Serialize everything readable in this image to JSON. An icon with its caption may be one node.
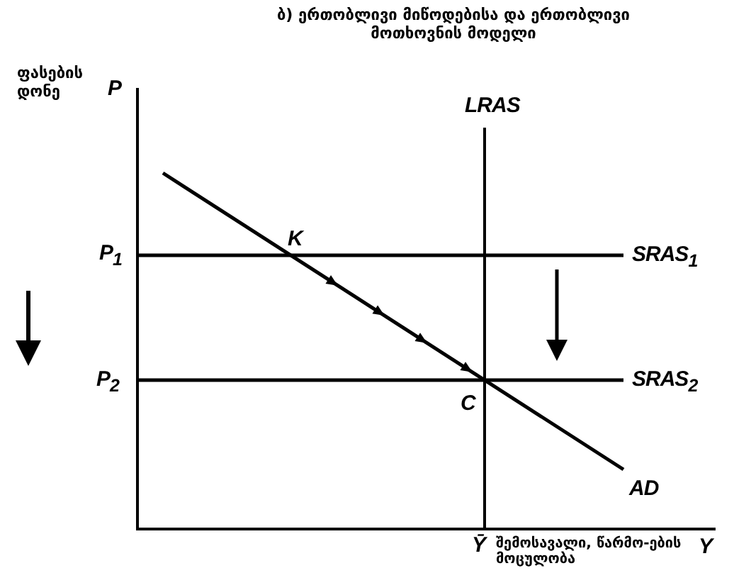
{
  "diagram": {
    "title": "ბ) ერთობლივი მიწოდებისა და ერთობლივი მოთხოვნის მოდელი",
    "labels": [
      "ფასების დონე",
      "P",
      "LRAS",
      "K",
      "P$_{1}$",
      "SRAS$_{1}$",
      "P$_{2}$",
      "SRAS$_{2}$",
      "C",
      "AD",
      "Ȳ",
      "შემოსავალი, წარმო-ების მოცულობა",
      "Y"
    ]
  }
}
